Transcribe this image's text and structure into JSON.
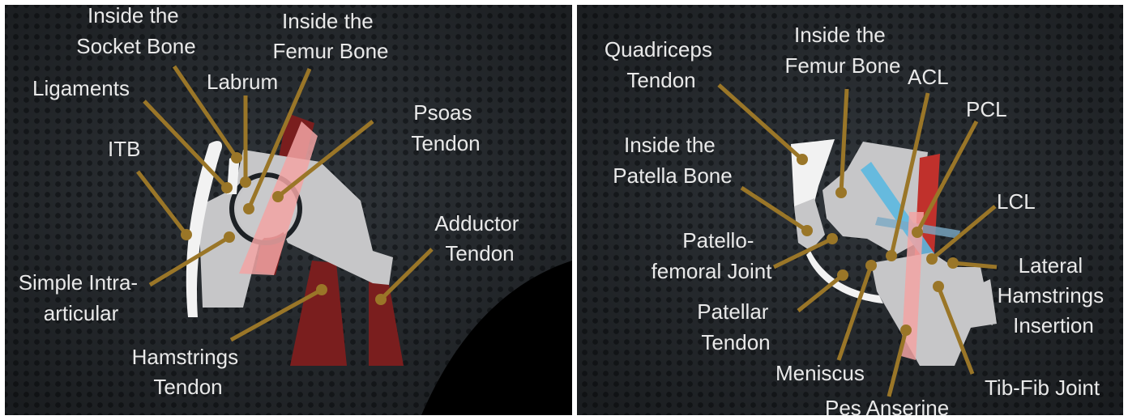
{
  "hip": {
    "labels": {
      "socket": [
        "Inside the",
        "Socket Bone"
      ],
      "femur": [
        "Inside the",
        "Femur Bone"
      ],
      "labrum": "Labrum",
      "ligaments": "Ligaments",
      "psoas": [
        "Psoas",
        "Tendon"
      ],
      "itb": "ITB",
      "adductor": [
        "Adductor",
        "Tendon"
      ],
      "simple": [
        "Simple Intra-",
        "articular"
      ],
      "hamstrings": [
        "Hamstrings",
        "Tendon"
      ]
    }
  },
  "knee": {
    "labels": {
      "quad": [
        "Quadriceps",
        "Tendon"
      ],
      "femur": [
        "Inside the",
        "Femur Bone"
      ],
      "acl": "ACL",
      "pcl": "PCL",
      "patella": [
        "Inside the",
        "Patella Bone"
      ],
      "lcl": "LCL",
      "pf": [
        "Patello-",
        "femoral Joint"
      ],
      "lathams": [
        "Lateral",
        "Hamstrings",
        "Insertion"
      ],
      "patellar": [
        "Patellar",
        "Tendon"
      ],
      "meniscus": "Meniscus",
      "tibfib": "Tib-Fib Joint",
      "pes": "Pes Anserine"
    }
  },
  "colors": {
    "background": "#2e3338",
    "dot": "#1c2024",
    "bone": "#c6c6c8",
    "cartilage": "#f2f2f2",
    "tendon_dark": "#7a1e1e",
    "tendon_red": "#c0312c",
    "pink": "#f2a3a3",
    "ligament_blue": "#5bb8e0",
    "leader": "#9a7628",
    "text": "#e9e9e9"
  }
}
